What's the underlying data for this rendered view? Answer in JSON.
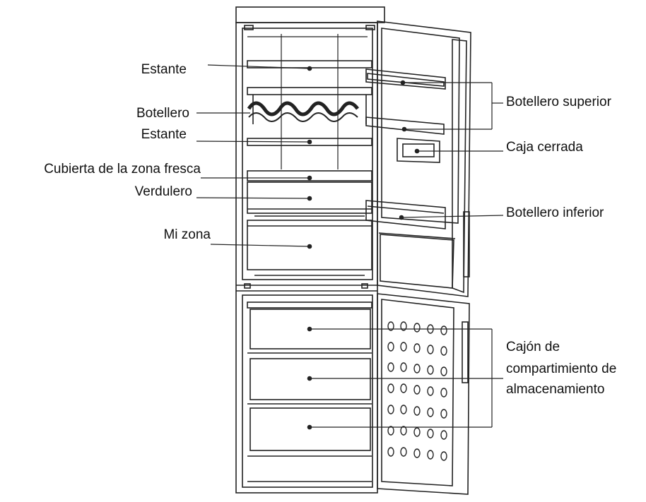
{
  "labels": {
    "estante_top": "Estante",
    "botellero": "Botellero",
    "estante_mid": "Estante",
    "cubierta": "Cubierta de la zona fresca",
    "verdulero": "Verdulero",
    "mi_zona": "Mi zona",
    "botellero_superior": "Botellero superior",
    "caja_cerrada": "Caja cerrada",
    "botellero_inferior": "Botellero inferior",
    "cajon_line1": "Cajón de",
    "cajon_line2": "compartimiento de",
    "cajon_line3": "almacenamiento"
  },
  "colors": {
    "line": "#222222",
    "text": "#111111",
    "background": "#ffffff"
  }
}
